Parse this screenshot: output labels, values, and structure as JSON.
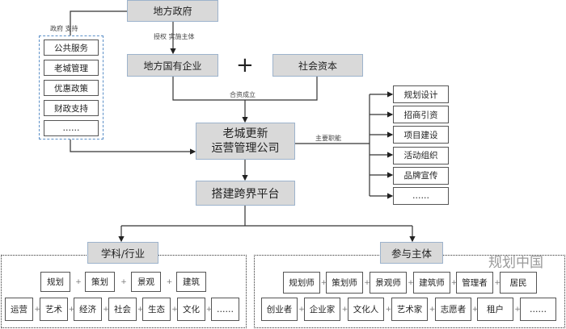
{
  "top": {
    "gov": "地方政府",
    "soe": "地方国有企业",
    "plus": "+",
    "capital": "社会资本",
    "company_line1": "老城更新",
    "company_line2": "运营管理公司",
    "platform": "搭建跨界平台"
  },
  "labels": {
    "gov_support": "政府  支持",
    "authorize": "授权 实施主体",
    "joint": "合资成立",
    "functions": "主要职能"
  },
  "gov_support_items": [
    "公共服务",
    "老城管理",
    "优惠政策",
    "财政支持",
    "……"
  ],
  "functions": [
    "规划设计",
    "招商引资",
    "项目建设",
    "活动组织",
    "品牌宣传",
    "……"
  ],
  "discipline": {
    "title": "学科/行业",
    "row1": [
      "规划",
      "策划",
      "景观",
      "建筑"
    ],
    "row2": [
      "运营",
      "艺术",
      "经济",
      "社会",
      "生态",
      "文化",
      "……"
    ]
  },
  "participants": {
    "title": "参与主体",
    "row1": [
      "规划师",
      "策划师",
      "景观师",
      "建筑师",
      "管理者",
      "居民"
    ],
    "row2": [
      "创业者",
      "企业家",
      "文化人",
      "艺术家",
      "志愿者",
      "租户",
      "……"
    ]
  },
  "watermark": "规划中国"
}
